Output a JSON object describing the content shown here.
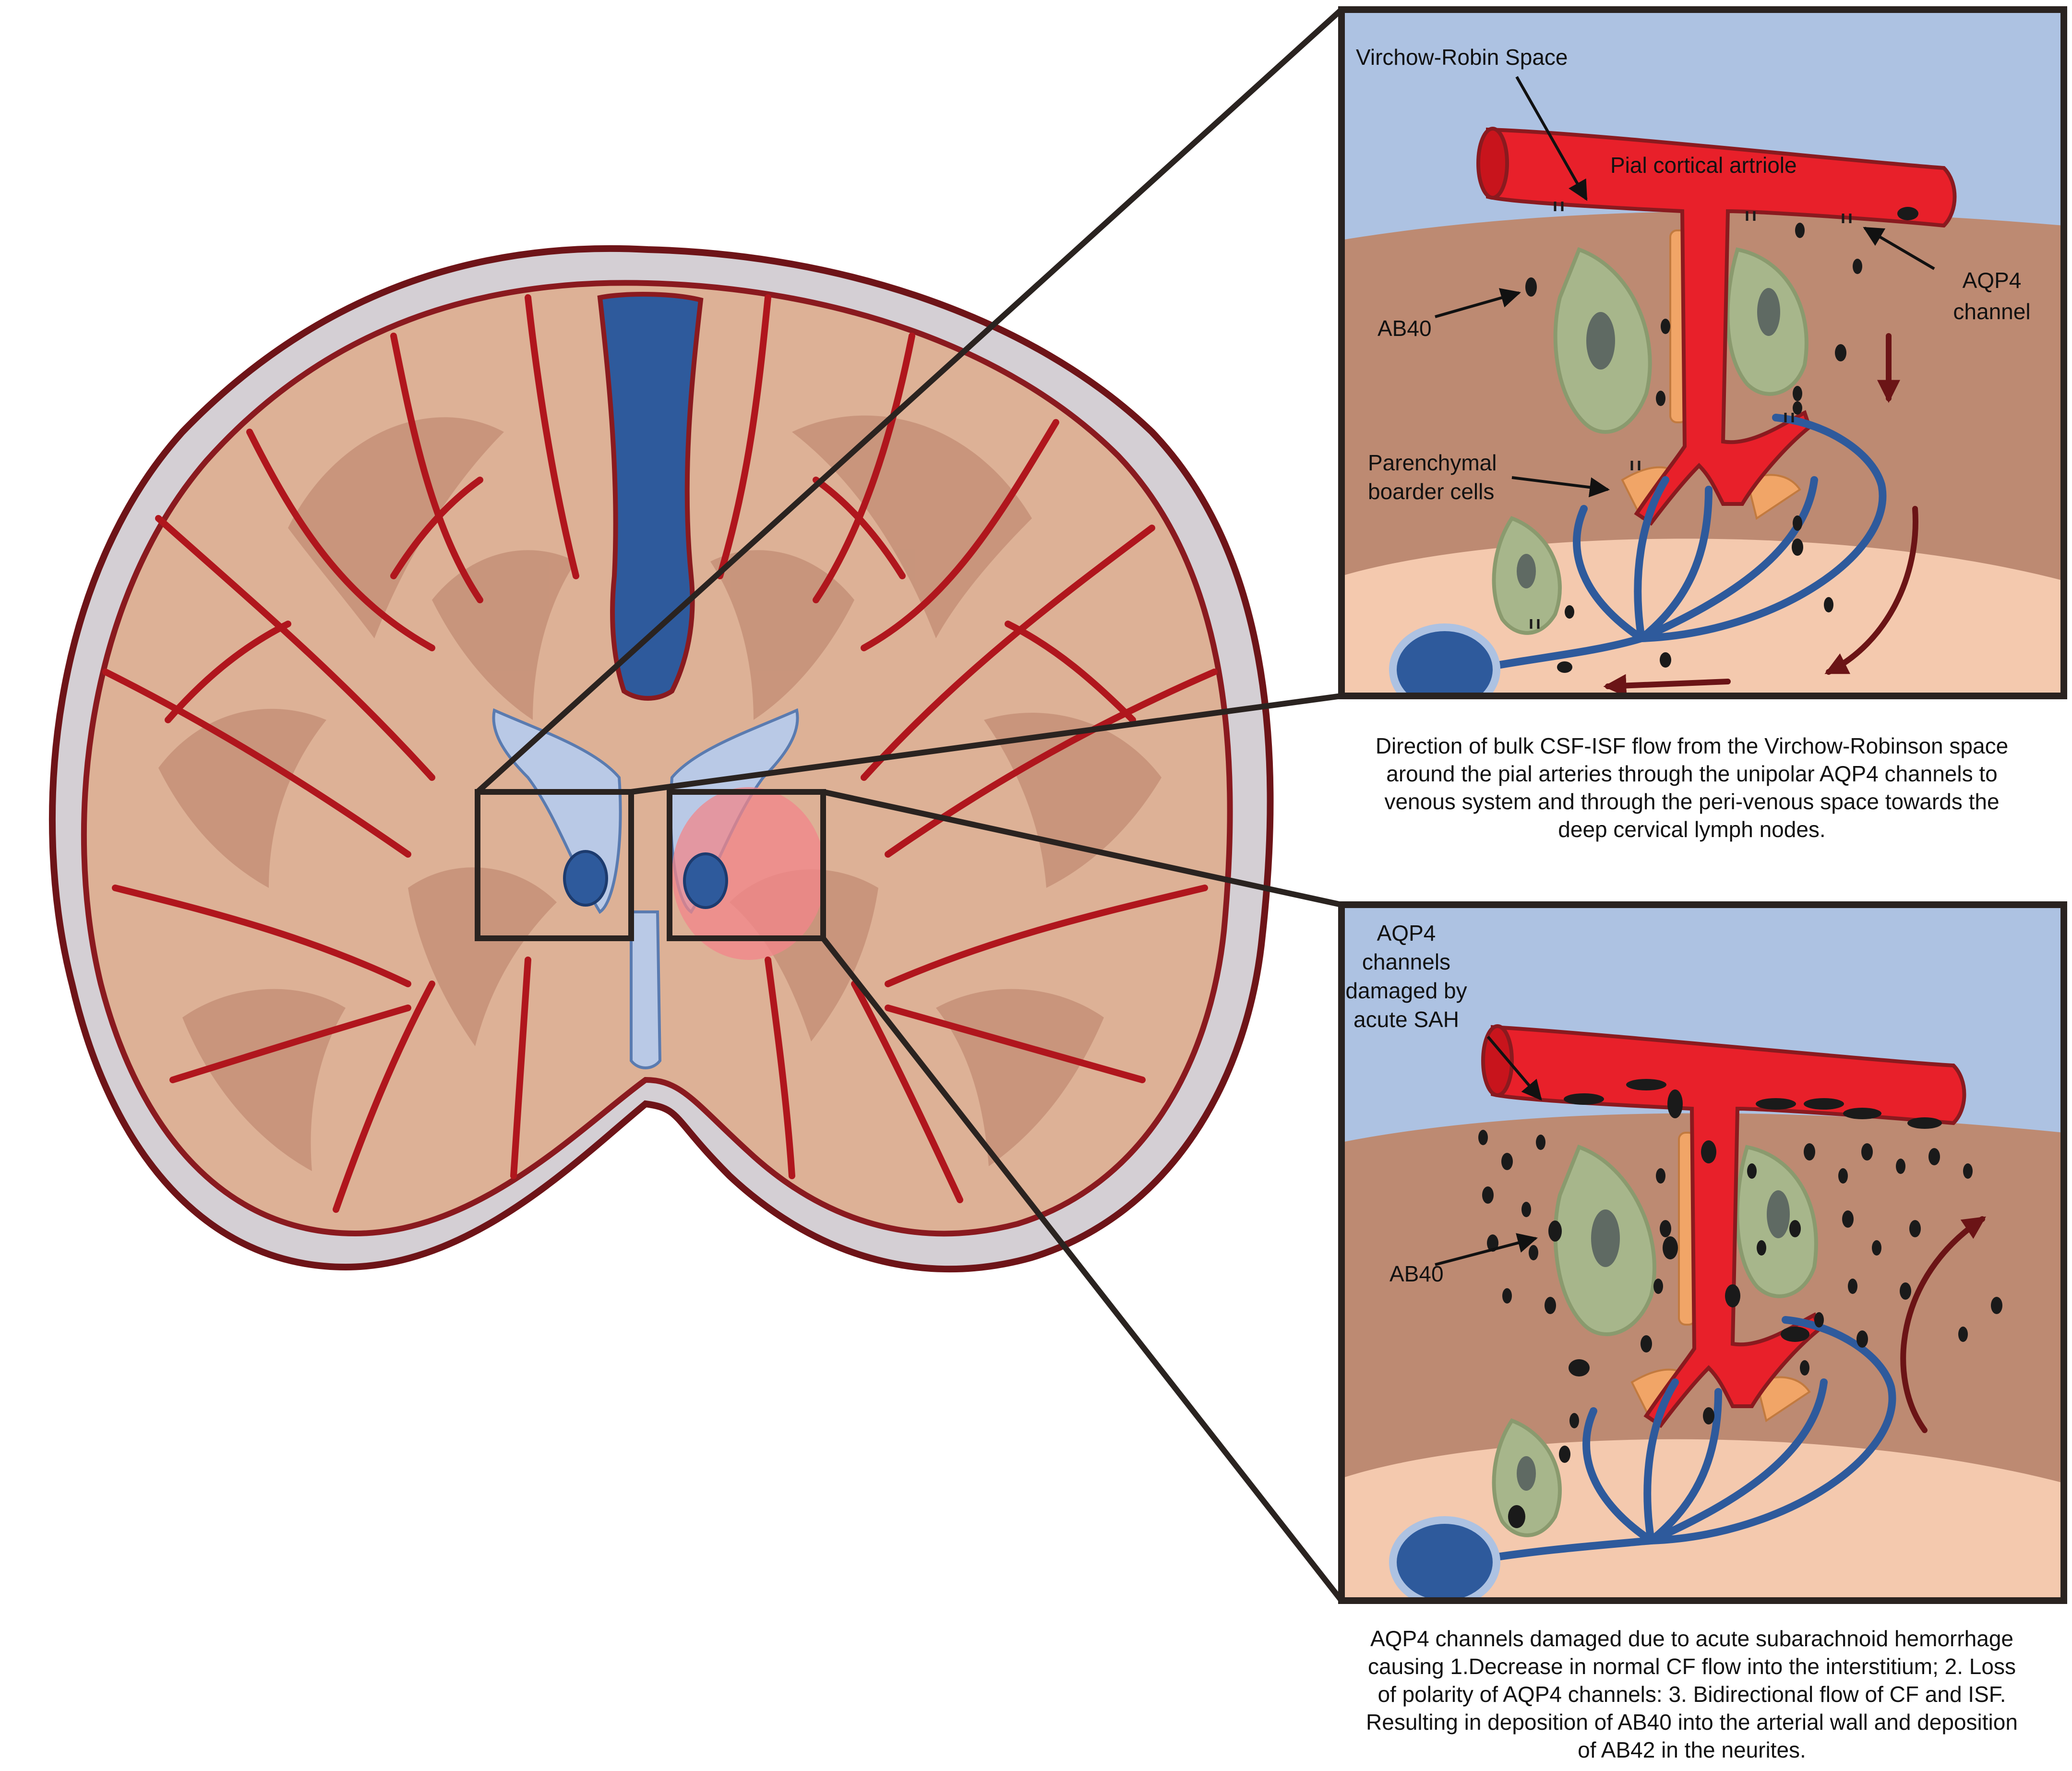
{
  "colors": {
    "artery": "#e8202a",
    "vessel_outline": "#8a1a1f",
    "vein": "#2e5a9c",
    "csf_space": "#adc2e2",
    "grey_matter": "#bd8a72",
    "white_matter": "#f4c9ae",
    "brain_fill": "#ddb196",
    "brain_sulcus": "#c59178",
    "meninges": "#d4cfd4",
    "astrocyte": "#a7b68b",
    "ventricle": "#b9c9e6",
    "lesion": "#f2858a",
    "frame": "#2a2320"
  },
  "panel_top": {
    "labels": {
      "virchow_robin": "Virchow-Robin Space",
      "pial_artriole": "Pial cortical artriole",
      "aqp4_line1": "AQP4",
      "aqp4_line2": "channel",
      "ab40": "AB40",
      "parenchymal_line1": "Parenchymal",
      "parenchymal_line2": "boarder cells"
    },
    "caption": [
      "Direction of bulk CSF-ISF flow from the Virchow-Robinson space",
      "around the pial arteries through the unipolar AQP4 channels to",
      "venous system and through the peri-venous space towards the",
      "deep cervical lymph nodes."
    ]
  },
  "panel_bottom": {
    "labels": {
      "damaged_line1": "AQP4",
      "damaged_line2": "channels",
      "damaged_line3": "damaged by",
      "damaged_line4": "acute SAH",
      "ab40": "AB40"
    },
    "caption": [
      "AQP4 channels damaged due to acute subarachnoid hemorrhage",
      "causing 1.Decrease in normal CF flow into the interstitium; 2. Loss",
      "of polarity of AQP4 channels: 3. Bidirectional flow of CF and ISF.",
      "Resulting in deposition of AB40 into the arterial wall and deposition",
      "of AB42 in the neurites."
    ]
  }
}
